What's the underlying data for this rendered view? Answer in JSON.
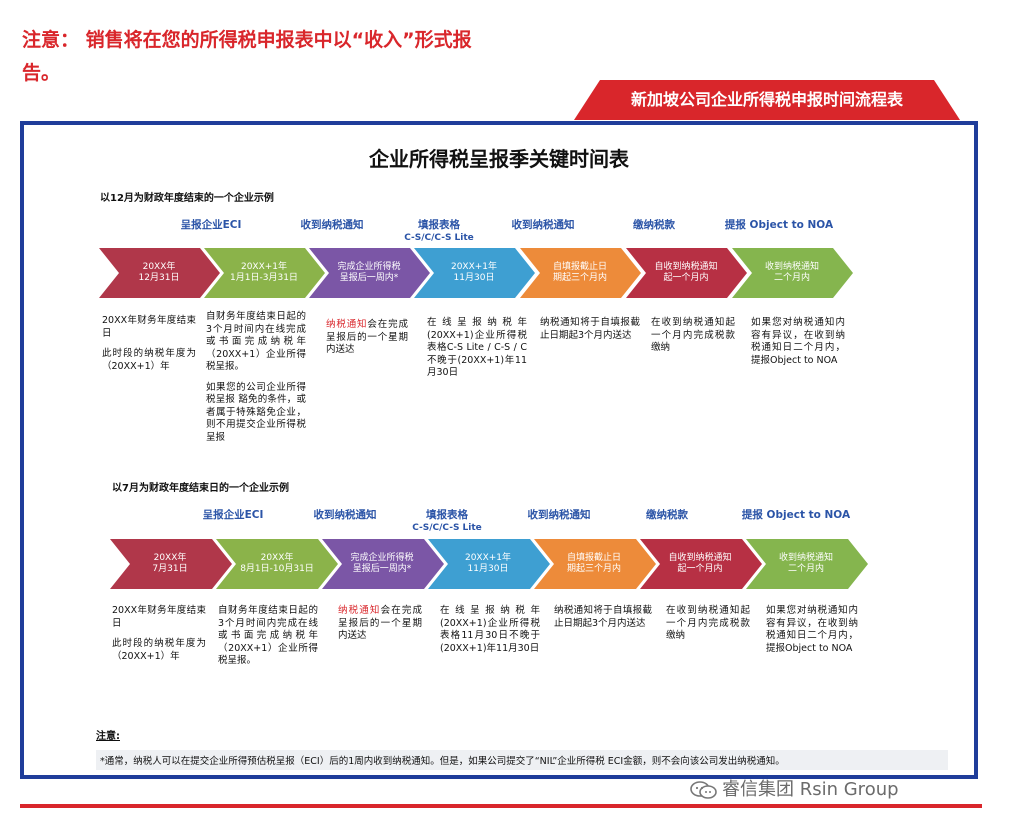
{
  "top_note": "注意： 销售将在您的所得税申报表中以“收入”形式报告。",
  "banner": "新加坡公司企业所得税申报时间流程表",
  "main_title": "企业所得税呈报季关键时间表",
  "watermark": "睿信集团 Rsin Group",
  "colors": {
    "red": "#d9262b",
    "blue": "#1f3d9a",
    "chevrons": [
      "#b0374a",
      "#8bb34a",
      "#7b56a6",
      "#3e9fd2",
      "#ed8b3a",
      "#b73044",
      "#85b54e"
    ]
  },
  "examples": [
    {
      "title": "以12月为财政年度结束的一个企业示例",
      "stage_labels": [
        {
          "text": "呈报企业ECI",
          "sub": ""
        },
        {
          "text": "收到纳税通知",
          "sub": ""
        },
        {
          "text": "填报表格",
          "sub": "C-S/C/C-S Lite"
        },
        {
          "text": "收到纳税通知",
          "sub": ""
        },
        {
          "text": "缴纳税款",
          "sub": ""
        },
        {
          "text": "提报 Object to NOA",
          "sub": ""
        }
      ],
      "chevrons": [
        {
          "line1": "20XX年",
          "line2": "12月31日"
        },
        {
          "line1": "20XX+1年",
          "line2": "1月1日-3月31日"
        },
        {
          "line1": "完成企业所得税",
          "line2": "呈报后一周内*"
        },
        {
          "line1": "20XX+1年",
          "line2": "11月30日"
        },
        {
          "line1": "自填报截止日",
          "line2": "期起三个月内"
        },
        {
          "line1": "自收到纳税通知",
          "line2": "起一个月内"
        },
        {
          "line1": "收到纳税通知",
          "line2": "二个月内"
        }
      ],
      "descs": [
        {
          "p1": "20XX年财务年度结束日",
          "p2": "此时段的纳税年度为（20XX+1）年"
        },
        {
          "p1": "自财务年度结束日起的3个月时间内在线完成或书面完成纳税年（20XX+1）企业所得税呈报。",
          "p2": "如果您的公司企业所得税呈报 豁免的条件，或者属于特殊豁免企业，则不用提交企业所得税呈报"
        },
        {
          "red": "纳税通知",
          "p1": "会在完成呈报后的一个星期内送达"
        },
        {
          "p1": "在线呈报纳税年(20XX+1)企业所得税表格C-S Lite / C-S / C不晚于(20XX+1)年11月30日"
        },
        {
          "p1": "纳税通知将于自填报截止日期起3个月内送达"
        },
        {
          "p1": "在收到纳税通知起一个月内完成税款缴纳"
        },
        {
          "p1": "如果您对纳税通知内容有异议，在收到纳税通知日二个月内，提报Object to NOA"
        }
      ]
    },
    {
      "title": "以7月为财政年度结束日的一个企业示例",
      "stage_labels": [
        {
          "text": "呈报企业ECI",
          "sub": ""
        },
        {
          "text": "收到纳税通知",
          "sub": ""
        },
        {
          "text": "填报表格",
          "sub": "C-S/C/C-S Lite"
        },
        {
          "text": "收到纳税通知",
          "sub": ""
        },
        {
          "text": "缴纳税款",
          "sub": ""
        },
        {
          "text": "提报 Object to NOA",
          "sub": ""
        }
      ],
      "chevrons": [
        {
          "line1": "20XX年",
          "line2": "7月31日"
        },
        {
          "line1": "20XX年",
          "line2": "8月1日-10月31日"
        },
        {
          "line1": "完成企业所得税",
          "line2": "呈报后一周内*"
        },
        {
          "line1": "20XX+1年",
          "line2": "11月30日"
        },
        {
          "line1": "自填报截止日",
          "line2": "期起三个月内"
        },
        {
          "line1": "自收到纳税通知",
          "line2": "起一个月内"
        },
        {
          "line1": "收到纳税通知",
          "line2": "二个月内"
        }
      ],
      "descs": [
        {
          "p1": "20XX年财务年度结束日",
          "p2": "此时段的纳税年度为（20XX+1）年"
        },
        {
          "p1": "自财务年度结束日起的3个月时间内完成在线或书面完成纳税年（20XX+1）企业所得税呈报。"
        },
        {
          "red": "纳税通知",
          "p1": "会在完成呈报后的一个星期内送达"
        },
        {
          "p1": "在线呈报纳税年(20XX+1)企业所得税表格11月30日不晚于(20XX+1)年11月30日"
        },
        {
          "p1": "纳税通知将于自填报截止日期起3个月内送达"
        },
        {
          "p1": "在收到纳税通知起一个月内完成税款缴纳"
        },
        {
          "p1": "如果您对纳税通知内容有异议，在收到纳税通知日二个月内，提报Object to NOA"
        }
      ]
    }
  ],
  "notes": {
    "title": "注意:",
    "body": "*通常，纳税人可以在提交企业所得预估税呈报（ECI）后的1周内收到纳税通知。但是，如果公司提交了“NIL”企业所得税 ECI金额，则不会向该公司发出纳税通知。"
  }
}
